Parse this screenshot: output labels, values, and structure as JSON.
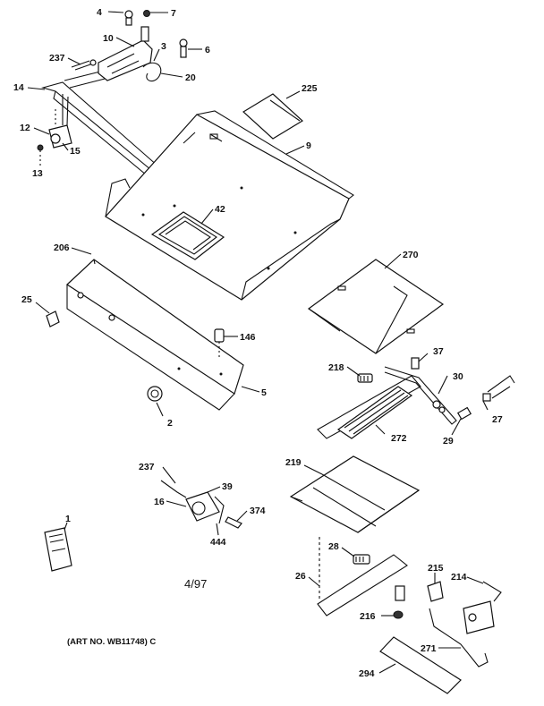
{
  "diagram": {
    "labels": [
      {
        "id": "p4",
        "text": "4"
      },
      {
        "id": "p7",
        "text": "7"
      },
      {
        "id": "p10",
        "text": "10"
      },
      {
        "id": "p3",
        "text": "3"
      },
      {
        "id": "p6",
        "text": "6"
      },
      {
        "id": "p237a",
        "text": "237"
      },
      {
        "id": "p20",
        "text": "20"
      },
      {
        "id": "p14",
        "text": "14"
      },
      {
        "id": "p225",
        "text": "225"
      },
      {
        "id": "p12",
        "text": "12"
      },
      {
        "id": "p15",
        "text": "15"
      },
      {
        "id": "p13",
        "text": "13"
      },
      {
        "id": "p9",
        "text": "9"
      },
      {
        "id": "p42",
        "text": "42"
      },
      {
        "id": "p206",
        "text": "206"
      },
      {
        "id": "p270",
        "text": "270"
      },
      {
        "id": "p25",
        "text": "25"
      },
      {
        "id": "p146",
        "text": "146"
      },
      {
        "id": "p37",
        "text": "37"
      },
      {
        "id": "p218",
        "text": "218"
      },
      {
        "id": "p30",
        "text": "30"
      },
      {
        "id": "p5",
        "text": "5"
      },
      {
        "id": "p2",
        "text": "2"
      },
      {
        "id": "p27",
        "text": "27"
      },
      {
        "id": "p272",
        "text": "272"
      },
      {
        "id": "p29",
        "text": "29"
      },
      {
        "id": "p219",
        "text": "219"
      },
      {
        "id": "p237b",
        "text": "237"
      },
      {
        "id": "p39",
        "text": "39"
      },
      {
        "id": "p16",
        "text": "16"
      },
      {
        "id": "p374",
        "text": "374"
      },
      {
        "id": "p444",
        "text": "444"
      },
      {
        "id": "p1",
        "text": "1"
      },
      {
        "id": "p28",
        "text": "28"
      },
      {
        "id": "p26",
        "text": "26"
      },
      {
        "id": "p215",
        "text": "215"
      },
      {
        "id": "p214",
        "text": "214"
      },
      {
        "id": "p216",
        "text": "216"
      },
      {
        "id": "p271",
        "text": "271"
      },
      {
        "id": "p294",
        "text": "294"
      }
    ],
    "date_code": "4/97",
    "art_number": "(ART NO. WB11748) C"
  }
}
